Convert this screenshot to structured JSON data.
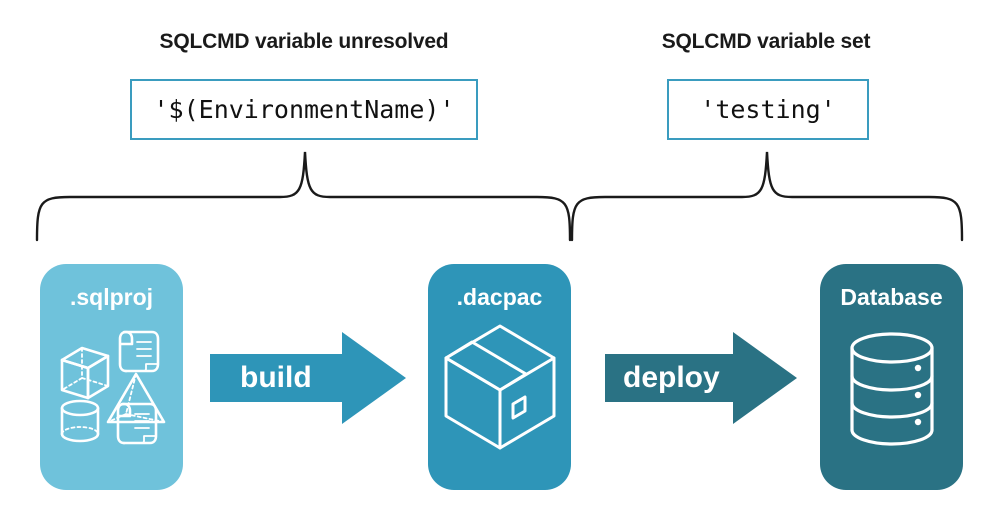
{
  "headings": {
    "left": "SQLCMD variable unresolved",
    "right": "SQLCMD variable set"
  },
  "code_boxes": {
    "left_value": "'$(EnvironmentName)'",
    "right_value": "'testing'"
  },
  "stages": [
    {
      "id": "sqlproj",
      "label": ".sqlproj",
      "icon": "sql-objects-icon",
      "color": "#6FC2DB",
      "text_color": "#FFFFFF"
    },
    {
      "id": "dacpac",
      "label": ".dacpac",
      "icon": "package-box-icon",
      "color": "#2E95B8",
      "text_color": "#FFFFFF"
    },
    {
      "id": "database",
      "label": "Database",
      "icon": "database-cylinder-icon",
      "color": "#2A7284",
      "text_color": "#FFFFFF"
    }
  ],
  "arrows": [
    {
      "id": "build",
      "label": "build",
      "color": "#2E95B8"
    },
    {
      "id": "deploy",
      "label": "deploy",
      "color": "#2A7284"
    }
  ],
  "braces": [
    {
      "id": "left-brace",
      "spans": "sqlproj-to-dacpac"
    },
    {
      "id": "right-brace",
      "spans": "dacpac-to-database"
    }
  ],
  "colors": {
    "code_box_border": "#3A9CBF",
    "heading_text": "#1A1A1A",
    "brace_stroke": "#1A1A1A",
    "background": "#FFFFFF"
  }
}
